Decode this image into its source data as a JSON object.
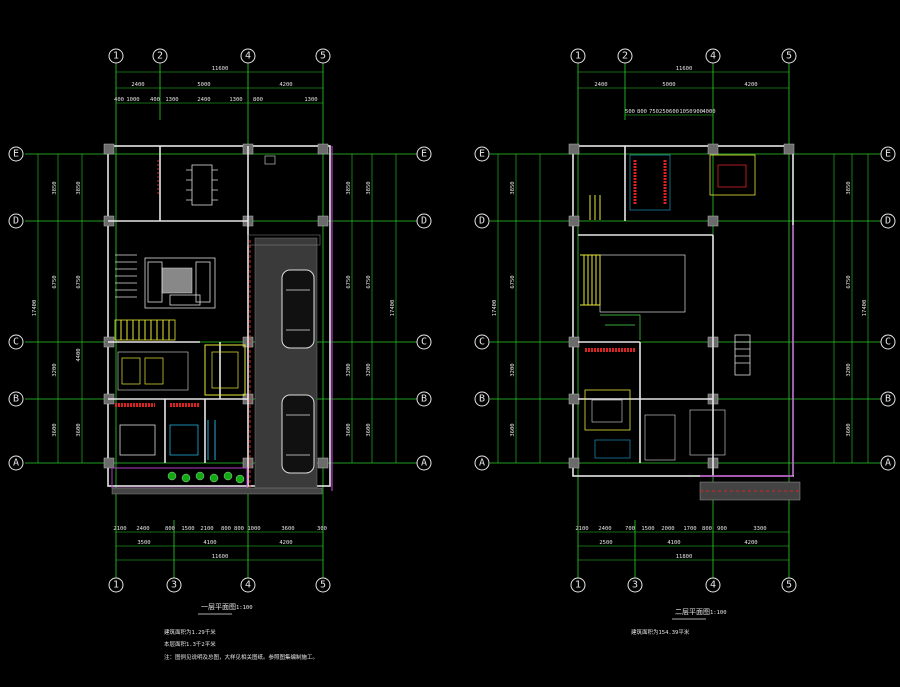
{
  "plans": [
    {
      "id": "first-floor",
      "caption": "一层平面图",
      "scale": "1:100",
      "col_labels_top": [
        "1",
        "2",
        "4",
        "5"
      ],
      "col_labels_bottom": [
        "1",
        "3",
        "4",
        "5"
      ],
      "row_labels": [
        "E",
        "D",
        "C",
        "B",
        "A"
      ],
      "top_total_dim": "11600",
      "top_dims": [
        "2400",
        "5000",
        "4200"
      ],
      "top_sub_dims": [
        "400",
        "1000",
        "400",
        "1300",
        "2400",
        "1300",
        "800",
        "1300"
      ],
      "bottom_dims_1": [
        "2100",
        "2400",
        "800",
        "1500",
        "2100",
        "800",
        "800",
        "1000",
        "3600",
        "300"
      ],
      "bottom_dims_2": [
        "3500",
        "4100",
        "4200"
      ],
      "bottom_total_dim": "11600",
      "side_dims_left": [
        "3850",
        "6750",
        "4400",
        "3200",
        "3600"
      ],
      "side_total_left": "17400",
      "side_dims_right": [
        "3850",
        "6750",
        "3200",
        "3600"
      ],
      "side_total_right": "17400",
      "notes": [
        "建筑面积为1.29千米",
        "本层面积1.3千2平米",
        "注：图例见说明及总图，大样见相关图纸。参照图集编制施工。"
      ]
    },
    {
      "id": "second-floor",
      "caption": "二层平面图",
      "scale": "1:100",
      "col_labels_top": [
        "1",
        "2",
        "4",
        "5"
      ],
      "col_labels_bottom": [
        "1",
        "3",
        "4",
        "5"
      ],
      "row_labels": [
        "E",
        "D",
        "C",
        "B",
        "A"
      ],
      "top_total_dim": "11600",
      "top_dims": [
        "2400",
        "5000",
        "4200"
      ],
      "top_sub_dims": [
        "500",
        "800",
        "750",
        "250",
        "600",
        "1050",
        "900",
        "4000"
      ],
      "bottom_dims_1": [
        "2100",
        "2400",
        "700",
        "1500",
        "2000",
        "1700",
        "800",
        "900",
        "3300"
      ],
      "bottom_dims_2": [
        "2500",
        "4100",
        "4200"
      ],
      "bottom_total_dim": "11800",
      "side_dims_left": [
        "3850",
        "6750",
        "3200",
        "3600"
      ],
      "side_total_left": "17400",
      "side_dims_right": [
        "3850",
        "6750",
        "3200",
        "3600"
      ],
      "side_total_right": "17400",
      "notes": [
        "建筑面积为154.39平米"
      ]
    }
  ],
  "colors": {
    "background": "#000000",
    "grid": "#2bd12b",
    "text": "#e6e6e6",
    "yellow": "#e8e83a",
    "red": "#dd2222",
    "cyan": "#22aadd",
    "magenta": "#b13cc5"
  }
}
